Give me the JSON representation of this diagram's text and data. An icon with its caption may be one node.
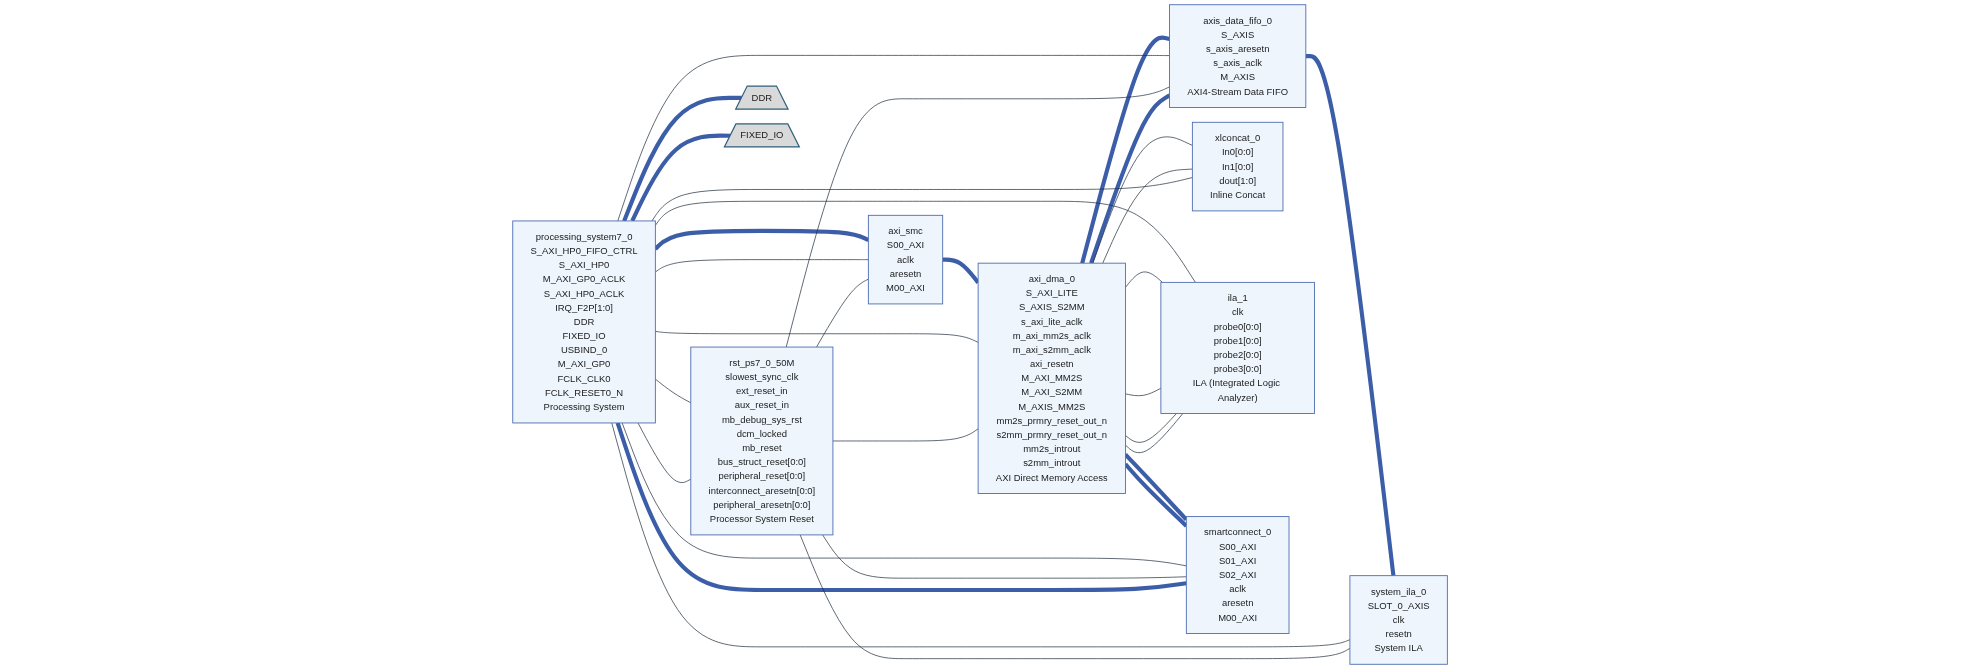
{
  "diagram": {
    "nodes": [
      {
        "text": [
          "processing_system7_0",
          "S_AXI_HP0_FIFO_CTRL",
          "S_AXI_HP0",
          "M_AXI_GP0_ACLK",
          "S_AXI_HP0_ACLK",
          "IRQ_F2P[1:0]",
          "DDR",
          "FIXED_IO",
          "USBIND_0",
          "M_AXI_GP0",
          "FCLK_CLK0",
          "FCLK_RESET0_N",
          "Processing System"
        ]
      },
      {
        "text": [
          "rst_ps7_0_50M",
          "slowest_sync_clk",
          "ext_reset_in",
          "aux_reset_in",
          "mb_debug_sys_rst",
          "dcm_locked",
          "mb_reset",
          "bus_struct_reset[0:0]",
          "peripheral_reset[0:0]",
          "interconnect_aresetn[0:0]",
          "peripheral_aresetn[0:0]",
          "Processor System Reset"
        ]
      },
      {
        "text": [
          "axi_smc",
          "S00_AXI",
          "aclk",
          "aresetn",
          "M00_AXI"
        ]
      },
      {
        "text": [
          "axi_dma_0",
          "S_AXI_LITE",
          "S_AXIS_S2MM",
          "s_axi_lite_aclk",
          "m_axi_mm2s_aclk",
          "m_axi_s2mm_aclk",
          "axi_resetn",
          "M_AXI_MM2S",
          "M_AXI_S2MM",
          "M_AXIS_MM2S",
          "mm2s_prmry_reset_out_n",
          "s2mm_prmry_reset_out_n",
          "mm2s_introut",
          "s2mm_introut",
          "AXI Direct Memory Access"
        ]
      },
      {
        "text": [
          "system_ila_0",
          "SLOT_0_AXIS",
          "clk",
          "resetn",
          "System ILA"
        ]
      },
      {
        "text": [
          "axis_data_fifo_0",
          "S_AXIS",
          "s_axis_aresetn",
          "s_axis_aclk",
          "M_AXIS",
          "AXI4-Stream Data FIFO"
        ]
      },
      {
        "text": [
          "xlconcat_0",
          "In0[0:0]",
          "In1[0:0]",
          "dout[1:0]",
          "Inline Concat"
        ]
      },
      {
        "text": [
          "ila_1",
          "clk",
          "probe0[0:0]",
          "probe1[0:0]",
          "probe2[0:0]",
          "probe3[0:0]",
          "ILA (Integrated Logic Analyzer)"
        ]
      },
      {
        "text": [
          "smartconnect_0",
          "S00_AXI",
          "S01_AXI",
          "S02_AXI",
          "aclk",
          "aresetn",
          "M00_AXI"
        ]
      },
      {
        "text": [
          "DDR"
        ]
      },
      {
        "text": [
          "FIXED_IO"
        ]
      }
    ],
    "edges": [
      {
        "from": 0,
        "to": 9,
        "arrow": "none",
        "style": "thick",
        "color": "#3c5ea8"
      },
      {
        "from": 0,
        "to": 10,
        "arrow": "none",
        "style": "thick",
        "color": "#3c5ea8"
      },
      {
        "from": 0,
        "to": 2,
        "arrow": "none",
        "style": "thick",
        "color": "#3c5ea8"
      },
      {
        "from": 2,
        "to": 3,
        "arrow": "none",
        "style": "thick",
        "color": "#3c5ea8"
      },
      {
        "from": 3,
        "to": 8,
        "arrow": "none",
        "style": "thick",
        "color": "#3c5ea8"
      },
      {
        "from": 3,
        "to": 8,
        "arrow": "none",
        "style": "thick",
        "color": "#3c5ea8"
      },
      {
        "from": 8,
        "to": 0,
        "arrow": "none",
        "style": "thick",
        "color": "#3c5ea8"
      },
      {
        "from": 3,
        "to": 5,
        "arrow": "none",
        "style": "thick",
        "color": "#3c5ea8"
      },
      {
        "from": 5,
        "to": 3,
        "arrow": "none",
        "style": "thick",
        "color": "#3c5ea8"
      },
      {
        "from": 5,
        "to": 4,
        "arrow": "none",
        "style": "thick",
        "color": "#3c5ea8"
      },
      {
        "from": 0,
        "to": 1,
        "arrow": "none"
      },
      {
        "from": 0,
        "to": 2,
        "arrow": "none"
      },
      {
        "from": 0,
        "to": 3,
        "arrow": "none"
      },
      {
        "from": 0,
        "to": 4,
        "arrow": "none"
      },
      {
        "from": 0,
        "to": 5,
        "arrow": "none"
      },
      {
        "from": 0,
        "to": 7,
        "arrow": "none"
      },
      {
        "from": 0,
        "to": 8,
        "arrow": "none"
      },
      {
        "from": 0,
        "to": 1,
        "arrow": "none"
      },
      {
        "from": 1,
        "to": 2,
        "arrow": "none"
      },
      {
        "from": 1,
        "to": 8,
        "arrow": "none"
      },
      {
        "from": 1,
        "to": 3,
        "arrow": "none"
      },
      {
        "from": 1,
        "to": 4,
        "arrow": "none"
      },
      {
        "from": 1,
        "to": 5,
        "arrow": "none"
      },
      {
        "from": 3,
        "to": 6,
        "arrow": "none"
      },
      {
        "from": 3,
        "to": 6,
        "arrow": "none"
      },
      {
        "from": 6,
        "to": 0,
        "arrow": "none"
      },
      {
        "from": 3,
        "to": 7,
        "arrow": "none"
      },
      {
        "from": 3,
        "to": 7,
        "arrow": "none"
      },
      {
        "from": 3,
        "to": 7,
        "arrow": "none"
      },
      {
        "from": 3,
        "to": 7,
        "arrow": "none"
      }
    ]
  }
}
